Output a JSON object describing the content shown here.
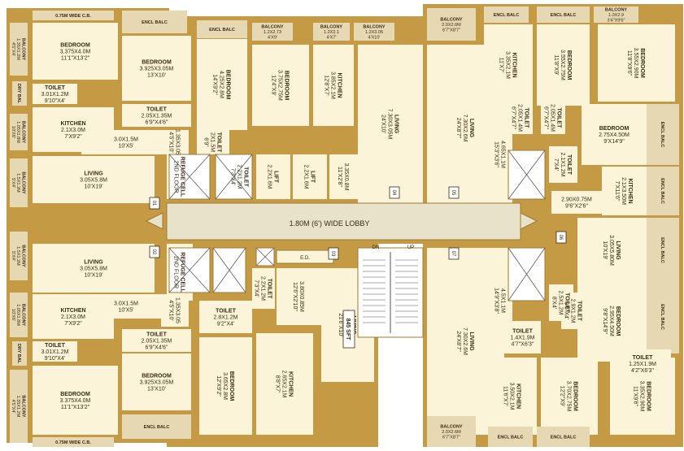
{
  "plan": {
    "lobby": "1.80M (6') WIDE LOBBY",
    "dn": "DN",
    "up": "UP",
    "ed": "E.D.",
    "area_label": "845 SFT",
    "flat_numbers": [
      "01",
      "02",
      "03",
      "04",
      "05",
      "06",
      "07"
    ],
    "colors": {
      "wall": "#c59a44",
      "wallDark": "#9d7a34",
      "room": "#fbf4d9",
      "lobby": "#e9e2cb",
      "balcony": "#e6d8b2",
      "lift": "#ffffff"
    }
  },
  "rooms": [
    {
      "id": "r1",
      "name": "0.75M WIDE C.B.",
      "dims": "",
      "imp": ""
    },
    {
      "id": "r2",
      "name": "ENCL BALC",
      "dims": "",
      "imp": ""
    },
    {
      "id": "r3",
      "name": "BEDROOM",
      "dims": "3.375X4.0M",
      "imp": "11'1\"X13'2\""
    },
    {
      "id": "r4",
      "name": "BEDROOM",
      "dims": "3.925X3.05M",
      "imp": "13'X10'"
    },
    {
      "id": "r5",
      "name": "ENCL BALC",
      "dims": "",
      "imp": ""
    },
    {
      "id": "r6",
      "name": "BEDROOM",
      "dims": "4.25X2.8M",
      "imp": "14'X9'2\""
    },
    {
      "id": "r7",
      "name": "BALCONY",
      "dims": "1.2X2.73",
      "imp": "4'X9'"
    },
    {
      "id": "r8",
      "name": "BALCONY",
      "dims": "1.2X2.1",
      "imp": "4'X7'"
    },
    {
      "id": "r9",
      "name": "BALCONY",
      "dims": "1.2X3.05",
      "imp": "4'X10'"
    },
    {
      "id": "r10",
      "name": "BEDROOM",
      "dims": "3.75X2.75M",
      "imp": "12'4\"X9'"
    },
    {
      "id": "r11",
      "name": "KITCHEN",
      "dims": "3.85X2.1M",
      "imp": "12'8\"X7'"
    },
    {
      "id": "r12",
      "name": "LIVING",
      "dims": "7.30X3.05M",
      "imp": "24'X10'"
    },
    {
      "id": "r13",
      "name": "TOILET",
      "dims": "3.01X1.2M",
      "imp": "9'10\"X4'"
    },
    {
      "id": "r14",
      "name": "TOILET",
      "dims": "2.05X1.35M",
      "imp": "6'9\"X4'6\""
    },
    {
      "id": "r15",
      "name": "KITCHEN",
      "dims": "2.1X3.0M",
      "imp": "7'X9'2\""
    },
    {
      "id": "r16",
      "name": "",
      "dims": "3.0X1.5M",
      "imp": "10'X5'"
    },
    {
      "id": "r17",
      "name": "",
      "dims": "1.35X3.05",
      "imp": "4'5\"X10'"
    },
    {
      "id": "r18",
      "name": "TOILET",
      "dims": "2X1.5M",
      "imp": "6'9\""
    },
    {
      "id": "r19",
      "name": "LIVING",
      "dims": "3.05X5.8M",
      "imp": "10'X19'"
    },
    {
      "id": "r20",
      "name": "",
      "dims": "3.35X0.8M",
      "imp": "11'X2'8\""
    },
    {
      "id": "r21",
      "name": "LIFT",
      "dims": "2.2X1.6M",
      "imp": ""
    },
    {
      "id": "r22",
      "name": "LIFT",
      "dims": "2.2X1.6M",
      "imp": ""
    },
    {
      "id": "r23",
      "name": "TOILET",
      "dims": "2.2X1.2M",
      "imp": "7'3\"X4'"
    },
    {
      "id": "r24",
      "name": "REFUGE CELL",
      "dims": "",
      "imp": "2ND FLOOR"
    },
    {
      "id": "r25",
      "name": "REFUGE CELL",
      "dims": "",
      "imp": "2ND FLOOR"
    },
    {
      "id": "r26",
      "name": "LIVING",
      "dims": "3.05X5.8M",
      "imp": "10'X19'"
    },
    {
      "id": "r27",
      "name": "",
      "dims": "3.0X1.5M",
      "imp": "10'X5'"
    },
    {
      "id": "r28",
      "name": "KITCHEN",
      "dims": "2.1X3.0M",
      "imp": "7'X9'2\""
    },
    {
      "id": "r29",
      "name": "TOILET",
      "dims": "3.01X1.2M",
      "imp": "9'10\"X4'"
    },
    {
      "id": "r30",
      "name": "TOILET",
      "dims": "2.05X1.35M",
      "imp": "6'9\"X4'6\""
    },
    {
      "id": "r31",
      "name": "BEDROOM",
      "dims": "3.375X4.0M",
      "imp": "11'1\"X13'2\""
    },
    {
      "id": "r32",
      "name": "BEDROOM",
      "dims": "3.925X3.05M",
      "imp": "13'X10'"
    },
    {
      "id": "r33",
      "name": "0.75M WIDE C.B.",
      "dims": "",
      "imp": ""
    },
    {
      "id": "r34",
      "name": "ENCL BALC",
      "dims": "",
      "imp": ""
    },
    {
      "id": "r35",
      "name": "",
      "dims": "1.35X3.05",
      "imp": "4'5\"X10'"
    },
    {
      "id": "r36",
      "name": "TOILET",
      "dims": "2.8X1.2M",
      "imp": "9'2\"X4'"
    },
    {
      "id": "r37",
      "name": "TOILET",
      "dims": "2.2X1.2M",
      "imp": "7'3\"X4'"
    },
    {
      "id": "r38",
      "name": "",
      "dims": "3.80X0.85M",
      "imp": "12'6\"X2'10\""
    },
    {
      "id": "r39",
      "name": "LIVING",
      "dims": "6.55X3.05M",
      "imp": "21'6\"X10'"
    },
    {
      "id": "r40",
      "name": "BEDROOM",
      "dims": "3.65X2.8M",
      "imp": "12'X9'2\""
    },
    {
      "id": "r41",
      "name": "KITCHEN",
      "dims": "2.65X2.1M",
      "imp": "8'8\"X7'"
    },
    {
      "id": "r42",
      "name": "BALCONY",
      "dims": "2.0X2.6M",
      "imp": "6'7\"X8'7\""
    },
    {
      "id": "r43",
      "name": "ENCL BALC",
      "dims": "",
      "imp": ""
    },
    {
      "id": "r44",
      "name": "ENCL BALC",
      "dims": "",
      "imp": ""
    },
    {
      "id": "r45",
      "name": "BALCONY",
      "dims": "1.0X2.9",
      "imp": "3'4\"X9'6\""
    },
    {
      "id": "r46",
      "name": "KITCHEN",
      "dims": "3.35X2.1M",
      "imp": "11'X7'"
    },
    {
      "id": "r47",
      "name": "BEDROOM",
      "dims": "3.55X2.75M",
      "imp": "11'8\"X9'"
    },
    {
      "id": "r48",
      "name": "BEDROOM",
      "dims": "3.55X2.90M",
      "imp": "11'8\"X9'6\""
    },
    {
      "id": "r49",
      "name": "LIVING",
      "dims": "7.30X2.6M",
      "imp": "24'X8'7\""
    },
    {
      "id": "r50",
      "name": "",
      "dims": "4.65X1.1M",
      "imp": "15'3\"X3'6\""
    },
    {
      "id": "r51",
      "name": "TOILET",
      "dims": "2.05X1.4M",
      "imp": "6'7\"X4'7\""
    },
    {
      "id": "r52",
      "name": "TOILET",
      "dims": "2.05X1.4M",
      "imp": "6'7\"X4'7\""
    },
    {
      "id": "r53",
      "name": "BEDROOM",
      "dims": "2.75X4.50M",
      "imp": "9'X14'9\""
    },
    {
      "id": "r54",
      "name": "ENCL BALC",
      "dims": "",
      "imp": ""
    },
    {
      "id": "r55",
      "name": "TOILET",
      "dims": "2.1X1.2M",
      "imp": "7'X4'"
    },
    {
      "id": "r56",
      "name": "KITCHEN",
      "dims": "2.1X3.50M",
      "imp": "7'X11'6\""
    },
    {
      "id": "r57",
      "name": "ENCL BALC",
      "dims": "",
      "imp": ""
    },
    {
      "id": "r58",
      "name": "",
      "dims": "2.90X0.75M",
      "imp": "9'6\"X2'6\""
    },
    {
      "id": "r59",
      "name": "LIVING",
      "dims": "3.05X5.80M",
      "imp": "10'X19'"
    },
    {
      "id": "r60",
      "name": "ENCL BALC",
      "dims": "",
      "imp": ""
    },
    {
      "id": "r61",
      "name": "BEDROOM",
      "dims": "2.95X4.50M",
      "imp": "9'8\"X14'9\""
    },
    {
      "id": "r62",
      "name": "ENCL BALC",
      "dims": "",
      "imp": ""
    },
    {
      "id": "r63",
      "name": "",
      "dims": "4.5X1.1M",
      "imp": "14'9\"X3'8\""
    },
    {
      "id": "r64",
      "name": "LIVING",
      "dims": "7.30X2.6M",
      "imp": "24'X8'7\""
    },
    {
      "id": "r65",
      "name": "TOILET",
      "dims": "2.5X1.2M",
      "imp": "8'X4'"
    },
    {
      "id": "r66",
      "name": "TOILET",
      "dims": "2.9X1.2M",
      "imp": "9'6\"X4'"
    },
    {
      "id": "r67",
      "name": "TOILET",
      "dims": "1.4X1.9M",
      "imp": "4'7\"X6'3\""
    },
    {
      "id": "r68",
      "name": "TOILET",
      "dims": "1.25X1.9M",
      "imp": "4'2\"X6'3\""
    },
    {
      "id": "r69",
      "name": "KITCHEN",
      "dims": "3.50X2.1M",
      "imp": "11'6\"X7'"
    },
    {
      "id": "r70",
      "name": "BEDROOM",
      "dims": "3.70X2.75M",
      "imp": "12'2\"X9'"
    },
    {
      "id": "r71",
      "name": "BEDROOM",
      "dims": "3.35X2.90M",
      "imp": "11'X9'6\""
    },
    {
      "id": "r72",
      "name": "BALCONY",
      "dims": "2.0X2.6M",
      "imp": "6'7\"X8'7\""
    },
    {
      "id": "r73",
      "name": "ENCL BALC",
      "dims": "",
      "imp": ""
    },
    {
      "id": "r74",
      "name": "ENCL BALC",
      "dims": "",
      "imp": ""
    },
    {
      "id": "r75",
      "name": "DRY BAL",
      "dims": "",
      "imp": ""
    },
    {
      "id": "r76",
      "name": "DRY BAL",
      "dims": "",
      "imp": ""
    },
    {
      "id": "r77",
      "name": "BALCONY",
      "dims": "1.35X1.2M",
      "imp": "4'5\"X4'"
    },
    {
      "id": "r78",
      "name": "BALCONY",
      "dims": "1.05X1.8M",
      "imp": "10'X6'"
    },
    {
      "id": "r79",
      "name": "BALCONY",
      "dims": "1.05X1.8M",
      "imp": "10'X6'"
    },
    {
      "id": "r80",
      "name": "BALCONY",
      "dims": "1.35X1.2M",
      "imp": "4'5\"X4'"
    },
    {
      "id": "r81",
      "name": "BALCONY",
      "dims": "1.5X1.2M",
      "imp": "5'X4'"
    },
    {
      "id": "r82",
      "name": "BALCONY",
      "dims": "1.5X1.2M",
      "imp": "5'X4'"
    }
  ]
}
